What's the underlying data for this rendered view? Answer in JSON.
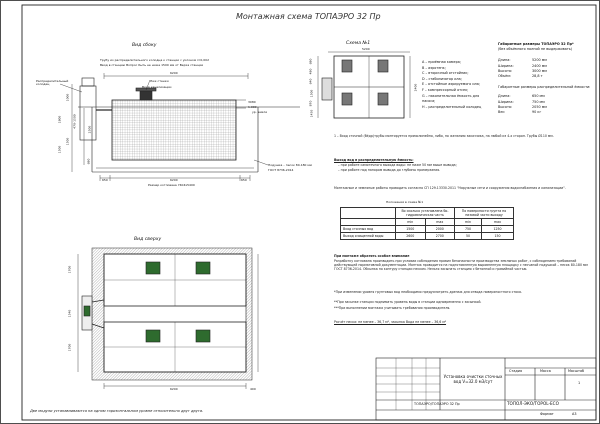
{
  "drawing": {
    "title": "Монтажная схема ТОПАЭРО 32 Пр",
    "views": {
      "side": "Вид сбоку",
      "top": "Вид сверху",
      "scheme": "Схема №1"
    },
    "side_labels": {
      "pipe_note": "Трубу из распределительного колодца к станции с уклоном i=0,002",
      "pipe_note2": "Ввод в станцию Вопрос быть не ниже 1500 мм от Верха станции",
      "dist_well": "Распределительный колодец",
      "lid": "Люк стенки",
      "kanal": "Вход канализации",
      "ground": "ур. земли",
      "sand": "Подушка – песок 80-180 мм",
      "gost": "ГОСТ 8736-2014",
      "pit_size": "Размер котлована 7404х5400",
      "dims_v": [
        "1000",
        "1500",
        "470-1500",
        "2500",
        "1800",
        "1500",
        "680"
      ],
      "dims_h": [
        "650",
        "6200",
        "650"
      ],
      "dim_top": "6200",
      "dim_small": [
        "3080",
        "1.000"
      ]
    },
    "top_labels": {
      "dims_left": [
        "1700",
        "1540",
        "1700"
      ],
      "dims_bottom": [
        "6200",
        "400"
      ],
      "note": "Две модули устанавливаются на одном горизонтальном уровне относительно друг друга."
    },
    "scheme": {
      "dim_top": "5200",
      "dims_left": [
        "680",
        "480",
        "640",
        "1500",
        "870",
        "1450"
      ],
      "dim_right": "2400",
      "legend": [
        "А – приёмная камера;",
        "В – аэротенк;",
        "С – вторичный отстойник;",
        "D – стабилизатор ила;",
        "E – отстойные аэрируемого ила;",
        "F – компрессорный отсек;",
        "G – накопительная ёмкость для насоса;",
        "H – распределительный колодец"
      ],
      "note": "1 – Вход сточной (бёдр)трубы монтируется прямолинейно, либо, по желанию заказчика, на любой из 4-х сторон. Трубы Ø110 мм."
    },
    "specs": {
      "gab_title": "Габаритные размеры ТОПАЭРО 32 Пр*",
      "gab_sub": "(без объёмного полной не выдерживать)",
      "rows": [
        {
          "k": "Длина:",
          "v": "5200 мм"
        },
        {
          "k": "Ширина:",
          "v": "2400 мм"
        },
        {
          "k": "Высота:",
          "v": "3000 мм"
        },
        {
          "k": "Объём:",
          "v": "28,8 т"
        }
      ],
      "well_title": "Габаритные размеры распределительной ёмкости:",
      "well_rows": [
        {
          "k": "Длина:",
          "v": "650 мм"
        },
        {
          "k": "Ширина:",
          "v": "750 мм"
        },
        {
          "k": "Высота:",
          "v": "2050 мм"
        },
        {
          "k": "Вес:",
          "v": "90 кг"
        }
      ]
    },
    "notes": {
      "drain_title": "Выход вод в распределительную ёмкость:",
      "drain_items": [
        "– при работе самотечного выхода воды: не ниже 50 мм выше вывода;",
        "– при работе под напором вывода до глубины промерзания."
      ],
      "earthworks": "Монтажные и земляные работы проводить согласно СП 129.13330.2011 \"Наружные сети и сооружения водоснабжения и канализации\".",
      "depth_title": "Положения в схеме №1",
      "depth_headers": [
        "",
        "Во сколько установлена бо-гидравлическая часть",
        "По поверхности грунта по низовой части выходу"
      ],
      "depth_sub": [
        "min",
        "max",
        "min",
        "max"
      ],
      "depth_rows": [
        {
          "label": "Вход сточных вод",
          "v": [
            "1500",
            "2000",
            "750",
            "1250"
          ]
        },
        {
          "label": "Выход очищенной воды",
          "v": [
            "2600",
            "2700",
            "50",
            "150"
          ]
        }
      ],
      "important": "При монтаже обратить особое внимание",
      "para1": "Разработку котлована производить при условии соблюдения правил безопасности производства земляных работ, с соблюдением требований действующей нормативной документации. Монтаж проводится на подготовленную выровненную площадку с песчаной подушкой – песок 80-180 мм ГОСТ 8736-2014. Обсыпка по контуру станции песком. Нельзя засыпать станцию с бетонной и гравийной частью.",
      "para2": "*При изменении уровня грунтовых вод необходимо предусмотреть дренаж для отвода поверхностного стока.",
      "para3": "**При засыпке станции поднимать уровень воды в станции одновременно с засыпкой.",
      "para4": "***При выполнении монтажа учитывать требования производителя.",
      "sand_calc": "Расчёт песка: не менее – 36,7 м³, засыпка Вода не менее – 36,6 м³"
    },
    "stamp": {
      "name": "Установка очистки сточных вод V=32.0 м3/сут",
      "model": "ТОПАЭРО/ТОПАЭРО 32 Пр",
      "company": "ТОПОЛ-ЭКО/TOPOL-ECO",
      "headers": [
        "Стадия",
        "Масса",
        "Масштаб"
      ],
      "sheet": "1",
      "format_label": "Формат",
      "format": "А3"
    }
  }
}
